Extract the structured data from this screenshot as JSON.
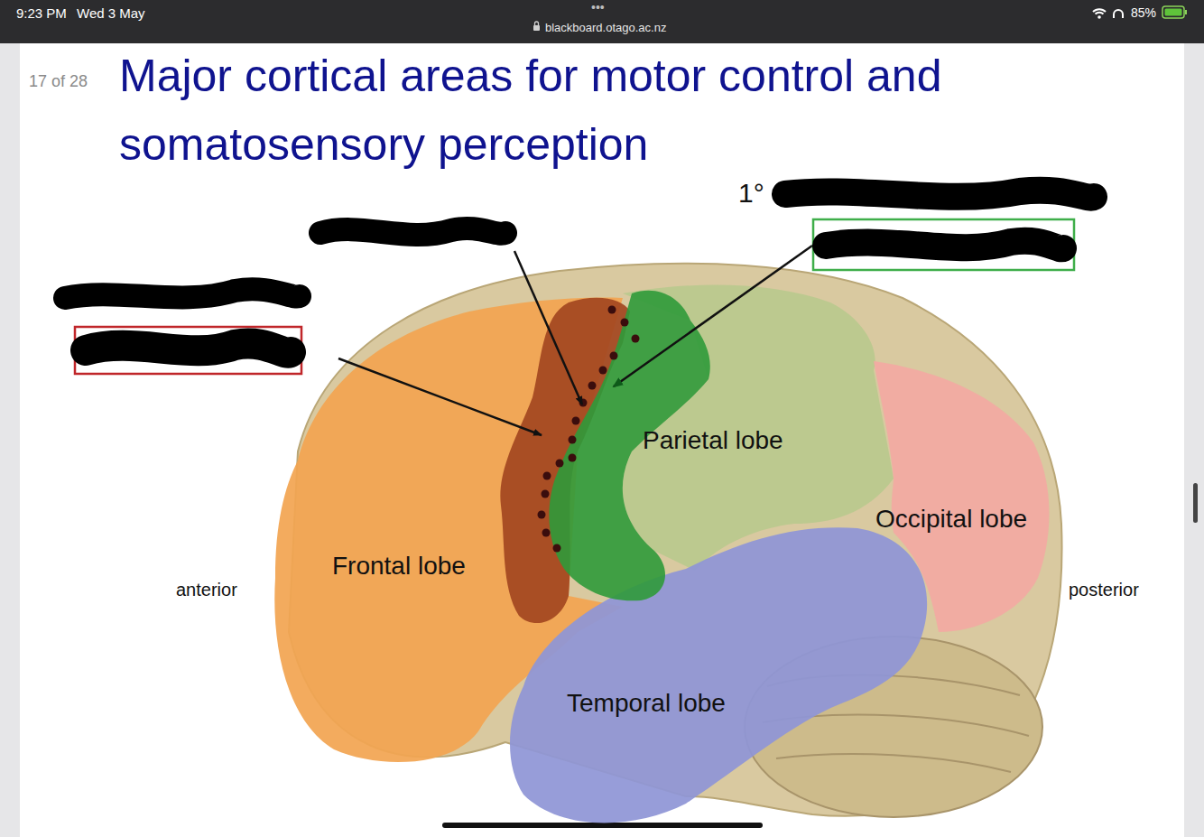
{
  "diagram": {
    "title": "Major cortical areas for motor control and somatosensory perception",
    "nodes": [
      {
        "text": [
          "Frontal lobe"
        ]
      },
      {
        "text": [
          "Parietal lobe"
        ]
      },
      {
        "text": [
          "Occipital lobe"
        ]
      },
      {
        "text": [
          "Temporal lobe"
        ]
      }
    ],
    "labels": [
      "9:23 PM",
      "Wed 3 May",
      "•••",
      "blackboard.otago.ac.nz",
      "85%",
      "17 of 28",
      "1°",
      "anterior",
      "posterior"
    ]
  }
}
